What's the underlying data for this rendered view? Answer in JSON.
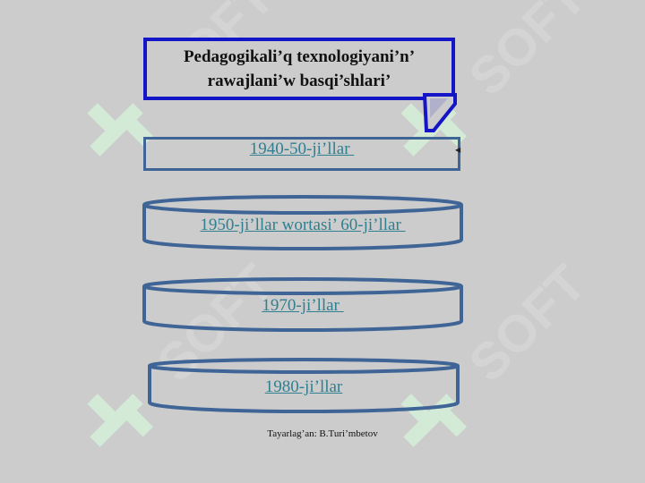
{
  "watermark": {
    "text": "SOFT",
    "color": "#e6eee6",
    "logo_color": "#d2ecd6"
  },
  "title": {
    "text": "Pedagogikali’q texnologiyani’n’\nrawajlani’w basqi’shlari’",
    "border_color": "#1515c8"
  },
  "stages": [
    {
      "label": "1940-50-ji’llar "
    },
    {
      "label": "1950-ji’llar wortasi’ 60-ji’llar "
    },
    {
      "label": "1970-ji’llar "
    },
    {
      "label": "1980-ji’llar"
    }
  ],
  "shape_color": "#3f6496",
  "link_color": "#2f7f90",
  "credit": "Tayarlag’an: B.Turi’mbetov"
}
